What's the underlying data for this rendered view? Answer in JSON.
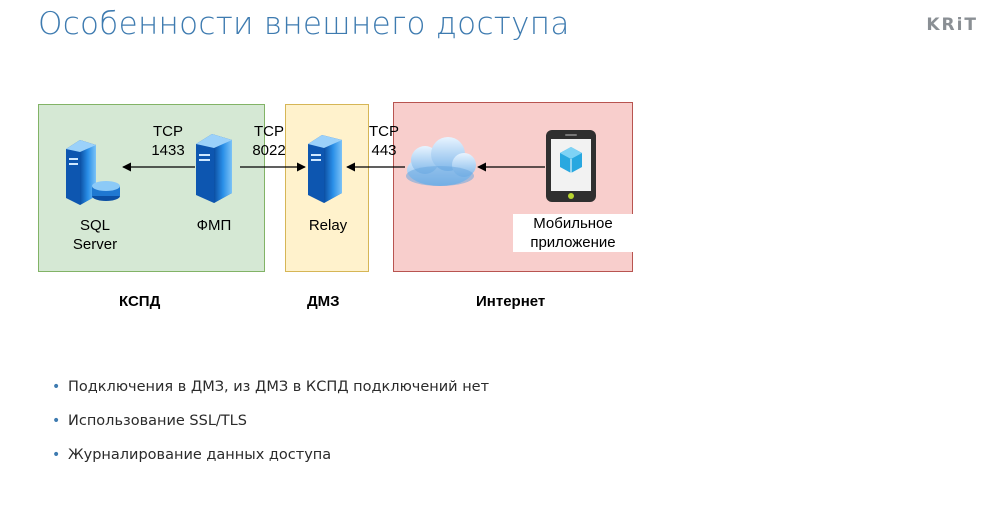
{
  "title": "Особенности внешнего доступа",
  "logo_text": "KRiT",
  "zones": {
    "kspd": "КСПД",
    "dmz": "ДМЗ",
    "internet": "Интернет"
  },
  "nodes": {
    "sql_server": "SQL\nServer",
    "fmp": "ФМП",
    "relay": "Relay",
    "mobile_app": "Мобильное\nприложение"
  },
  "connections": [
    {
      "label": "TCP\n1433"
    },
    {
      "label": "TCP\n8022"
    },
    {
      "label": "TCP\n443"
    }
  ],
  "bullets": [
    "Подключения в ДМЗ, из ДМЗ в КСПД подключений нет",
    "Использование SSL/TLS",
    "Журналирование данных доступа"
  ],
  "colors": {
    "title": "#3e7bb0",
    "kspd_fill": "#d5e8d4",
    "dmz_fill": "#fff2cc",
    "internet_fill": "#f8cecc",
    "server_blue": "#1f78d1"
  }
}
